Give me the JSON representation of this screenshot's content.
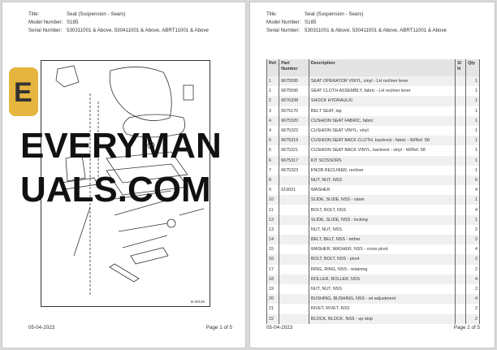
{
  "header": {
    "title_label": "Title:",
    "title": "Seat (Suspension - Sears)",
    "model_label": "Model Number:",
    "model": "S185",
    "serial_label": "Serial Number:",
    "serial": "530311001 & Above, 530411001 & Above, ABRT11001 & Above"
  },
  "page1": {
    "date": "05-04-2023",
    "page": "Page 1 of 5",
    "diagram_id": "B-20136"
  },
  "page2": {
    "date": "05-04-2023",
    "page": "Page 2 of 5"
  },
  "table": {
    "headers": [
      "Ref.",
      "Part Number",
      "Description",
      "S/ N",
      "Qty"
    ],
    "rows": [
      [
        "1",
        "6675595",
        "SEAT OPERATOR VINYL, vinyl - LH recliner lever",
        "",
        "1"
      ],
      [
        "1",
        "6675596",
        "SEAT CLOTH ASSEMBLY, fabric - LH recliner lever",
        "",
        "1"
      ],
      [
        "2",
        "6676338",
        "SHOCK HYDRAULIC",
        "",
        "1"
      ],
      [
        "3",
        "6675170",
        "BELT SEAT, lap",
        "",
        "1"
      ],
      [
        "4",
        "6675320",
        "CUSHION SEAT FABRIC,  fabric",
        "",
        "1"
      ],
      [
        "4",
        "6675322",
        "CUSHION SEAT VINYL, vinyl",
        "",
        "1"
      ],
      [
        "5",
        "6675319",
        "CUSHION SEAT BACK CLOTH, backrest - fabric - W/Ref. 58",
        "",
        "1"
      ],
      [
        "5",
        "6675321",
        "CUSHION SEAT BACK VINYL, backrest - vinyl - W/Ref. 58",
        "",
        "1"
      ],
      [
        "6",
        "6675317",
        "KIT SCISSORS",
        "",
        "1"
      ],
      [
        "7",
        "6675323",
        "KNOB RECLINER, recliner",
        "",
        "1"
      ],
      [
        "8",
        "",
        "NUT, NUT, NSS",
        "",
        "6"
      ],
      [
        "9",
        "619021",
        "WASHER",
        "",
        "4"
      ],
      [
        "10",
        "",
        "SLIDE, SLIDE, NSS - slave",
        "",
        "1"
      ],
      [
        "11",
        "",
        "BOLT, BOLT, NSS",
        "",
        "4"
      ],
      [
        "12",
        "",
        "SLIDE, SLIDE, NSS - locking",
        "",
        "1"
      ],
      [
        "13",
        "",
        "NUT, NUT, NSS",
        "",
        "2"
      ],
      [
        "14",
        "",
        "BELT, BELT, NSS - tether",
        "",
        "2"
      ],
      [
        "15",
        "",
        "WASHER, WASHER, NSS - cross pivot",
        "",
        "4"
      ],
      [
        "16",
        "",
        "BOLT, BOLT, NSS - pivot",
        "",
        "2"
      ],
      [
        "17",
        "",
        "RING, RING, NSS - retaining",
        "",
        "2"
      ],
      [
        "18",
        "",
        "ROLLER, ROLLER, NSS",
        "",
        "4"
      ],
      [
        "19",
        "",
        "NUT, NUT, NSS",
        "",
        "2"
      ],
      [
        "20",
        "",
        "BUSHING, BUSHING, NSS - wt adjustment",
        "",
        "4"
      ],
      [
        "21",
        "",
        "RIVET, RIVET, NSS",
        "",
        "2"
      ],
      [
        "22",
        "",
        "BLOCK, BLOCK, NSS - up stop",
        "",
        "2"
      ]
    ]
  },
  "watermark": {
    "text": "EVERYMANUALS.COM",
    "logo_letter": "E",
    "color": "#e6b53f"
  }
}
